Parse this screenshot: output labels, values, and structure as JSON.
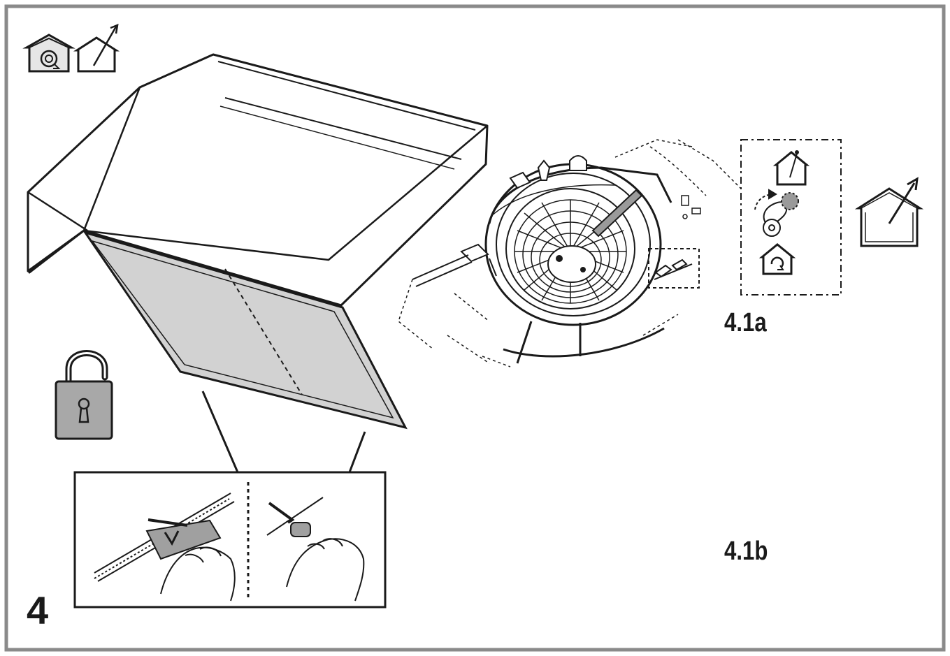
{
  "labels": {
    "step_number": "4",
    "variant_a": "4.1a",
    "variant_b": "4.1b"
  },
  "icons": {
    "top_left": [
      "recirculation-mode-icon",
      "ducted-exhaust-mode-icon"
    ],
    "padlock": "unlocked-padlock-icon",
    "variant_a_mode": "ducted-exhaust-mode-icon",
    "variant_b_mode": "recirculation-mode-icon"
  },
  "colors": {
    "frame_border": "#8a8a8a",
    "line": "#1a1a1a",
    "filter_fill": "#d2d2d2",
    "padlock_fill": "#a8a8a8",
    "fan_highlight": "#9a9a9a"
  }
}
